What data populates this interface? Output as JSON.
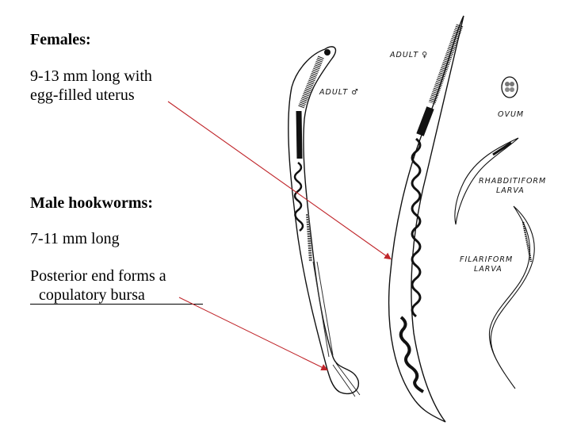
{
  "annotations": {
    "females": {
      "heading": "Females:",
      "line1": "9-13 mm long with",
      "line2": "egg-filled uterus"
    },
    "males": {
      "heading": "Male hookworms:",
      "line1": "7-11 mm long",
      "line2": "Posterior end forms a",
      "line3": "copulatory bursa"
    }
  },
  "figure_labels": {
    "adult_male": "ADULT ♂",
    "adult_female": "ADULT ♀",
    "ovum": "OVUM",
    "rhabditiform_1": "RHABDITIFORM",
    "rhabditiform_2": "LARVA",
    "filariform_1": "FILARIFORM",
    "filariform_2": "LARVA"
  },
  "colors": {
    "arrow": "#c0262b",
    "ink": "#111111",
    "background": "#ffffff"
  }
}
